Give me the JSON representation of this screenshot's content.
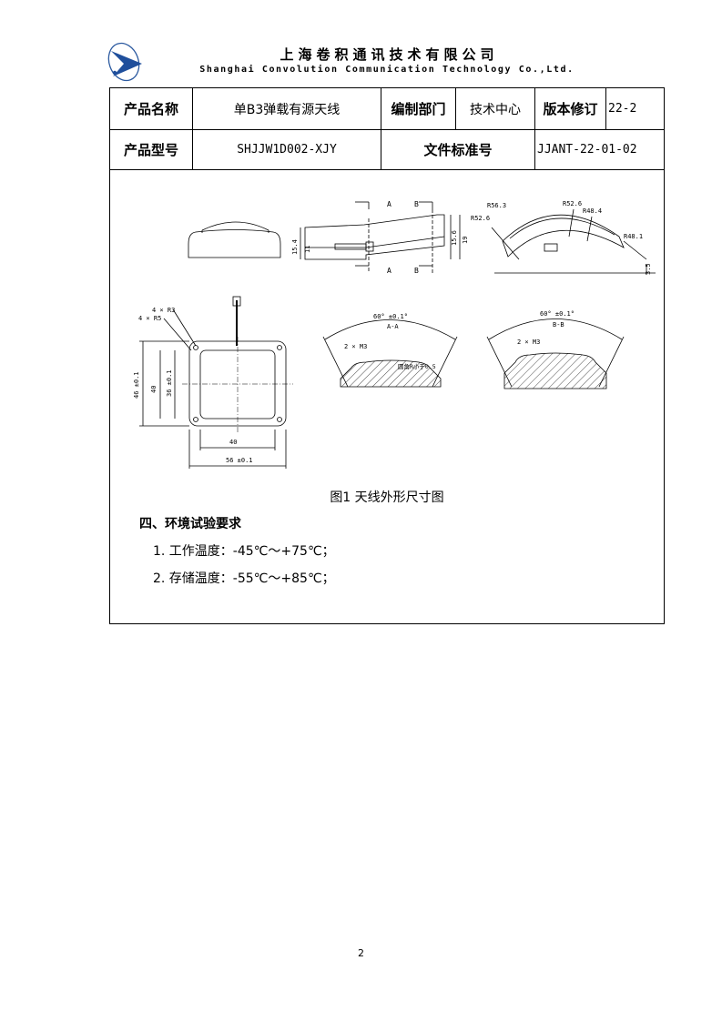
{
  "header": {
    "company_cn": "上海卷积通讯技术有限公司",
    "company_en": "Shanghai Convolution Communication Technology Co.,Ltd."
  },
  "info_table": {
    "product_name_label": "产品名称",
    "product_name_value": "单B3弹载有源天线",
    "dept_label": "编制部门",
    "dept_value": "技术中心",
    "rev_label": "版本修订",
    "rev_value": "22-2",
    "model_label": "产品型号",
    "model_value": "SHJJW1D002-XJY",
    "doc_no_label": "文件标准号",
    "doc_no_value": "JJANT-22-01-02"
  },
  "drawing": {
    "section_a": "A",
    "section_b": "B",
    "dim_15_4": "15.4",
    "dim_11": "11",
    "dim_15_6": "15.6",
    "dim_19": "19",
    "r56": "R56.3",
    "r52a": "R52.6",
    "r52b": "R52.6",
    "r48_4": "R48.4",
    "r48_1": "R48.1",
    "dim_3_5": "3.5",
    "holes_r3": "4 × R3",
    "holes_r5": "4 × R5",
    "dim_46": "46 ±0.1",
    "dim_40v": "40",
    "dim_36": "36 ±0.1",
    "dim_40h": "40",
    "dim_56": "56 ±0.1",
    "angle_a": "60° ±0.1°",
    "angle_b": "60° ±0.1°",
    "sec_aa": "A-A",
    "sec_bb": "B-B",
    "m3_a": "2 × M3",
    "m3_b": "2 × M3",
    "fillet_note": "圆角R小于0.5"
  },
  "caption": "图1 天线外形尺寸图",
  "section_title": "四、环境试验要求",
  "requirements": [
    "1. 工作温度：-45℃～+75℃；",
    "2. 存储温度：-55℃～+85℃；"
  ],
  "page_number": "2"
}
